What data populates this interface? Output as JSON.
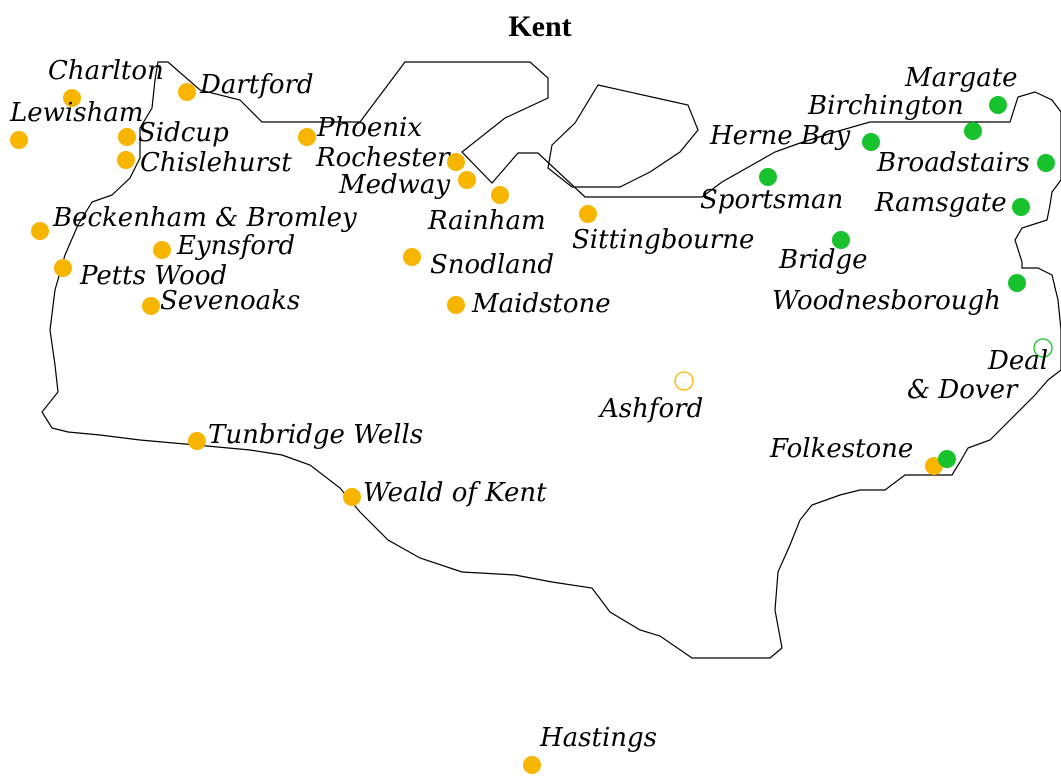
{
  "title": "Kent",
  "colors": {
    "orange": "#f7b500",
    "green": "#17c22c",
    "outline": "#000000"
  },
  "labels": [
    {
      "key": "charlton",
      "text": "Charlton"
    },
    {
      "key": "dartford",
      "text": "Dartford"
    },
    {
      "key": "lewisham",
      "text": "Lewisham"
    },
    {
      "key": "sidcup",
      "text": "Sidcup"
    },
    {
      "key": "chislehurst",
      "text": "Chislehurst"
    },
    {
      "key": "phoenix",
      "text": "Phoenix"
    },
    {
      "key": "rochester",
      "text": "Rochester"
    },
    {
      "key": "medway",
      "text": "Medway"
    },
    {
      "key": "beckenham",
      "text": "Beckenham & Bromley"
    },
    {
      "key": "eynsford",
      "text": "Eynsford"
    },
    {
      "key": "pettswood",
      "text": "Petts Wood"
    },
    {
      "key": "sevenoaks",
      "text": "Sevenoaks"
    },
    {
      "key": "rainham",
      "text": "Rainham"
    },
    {
      "key": "snodland",
      "text": "Snodland"
    },
    {
      "key": "maidstone",
      "text": "Maidstone"
    },
    {
      "key": "sittingbourne",
      "text": "Sittingbourne"
    },
    {
      "key": "margate",
      "text": "Margate"
    },
    {
      "key": "birchington",
      "text": "Birchington"
    },
    {
      "key": "hernebay",
      "text": "Herne Bay"
    },
    {
      "key": "broadstairs",
      "text": "Broadstairs"
    },
    {
      "key": "sportsman",
      "text": "Sportsman"
    },
    {
      "key": "ramsgate",
      "text": "Ramsgate"
    },
    {
      "key": "bridge",
      "text": "Bridge"
    },
    {
      "key": "woodnesborough",
      "text": "Woodnesborough"
    },
    {
      "key": "deal",
      "text": "Deal"
    },
    {
      "key": "dover",
      "text": "& Dover"
    },
    {
      "key": "ashford",
      "text": "Ashford"
    },
    {
      "key": "tunbridge",
      "text": "Tunbridge Wells"
    },
    {
      "key": "folkestone",
      "text": "Folkestone"
    },
    {
      "key": "weald",
      "text": "Weald of Kent"
    },
    {
      "key": "hastings",
      "text": "Hastings"
    }
  ],
  "markers": [
    {
      "key": "charlton",
      "color": "orange",
      "filled": true
    },
    {
      "key": "dartford",
      "color": "orange",
      "filled": true
    },
    {
      "key": "lewisham",
      "color": "orange",
      "filled": true
    },
    {
      "key": "sidcup",
      "color": "orange",
      "filled": true
    },
    {
      "key": "chislehurst",
      "color": "orange",
      "filled": true
    },
    {
      "key": "phoenix",
      "color": "orange",
      "filled": true
    },
    {
      "key": "rochester",
      "color": "orange",
      "filled": true
    },
    {
      "key": "medway",
      "color": "orange",
      "filled": true
    },
    {
      "key": "rainham",
      "color": "orange",
      "filled": true
    },
    {
      "key": "beckenham",
      "color": "orange",
      "filled": true
    },
    {
      "key": "eynsford",
      "color": "orange",
      "filled": true
    },
    {
      "key": "pettswood",
      "color": "orange",
      "filled": true
    },
    {
      "key": "sevenoaks",
      "color": "orange",
      "filled": true
    },
    {
      "key": "snodland",
      "color": "orange",
      "filled": true
    },
    {
      "key": "maidstone",
      "color": "orange",
      "filled": true
    },
    {
      "key": "sittingbourne",
      "color": "orange",
      "filled": true
    },
    {
      "key": "margate",
      "color": "green",
      "filled": true
    },
    {
      "key": "birchington",
      "color": "green",
      "filled": true
    },
    {
      "key": "hernebay",
      "color": "green",
      "filled": true
    },
    {
      "key": "broadstairs",
      "color": "green",
      "filled": true
    },
    {
      "key": "sportsman",
      "color": "green",
      "filled": true
    },
    {
      "key": "ramsgate",
      "color": "green",
      "filled": true
    },
    {
      "key": "bridge",
      "color": "green",
      "filled": true
    },
    {
      "key": "woodnesborough",
      "color": "green",
      "filled": true
    },
    {
      "key": "deal",
      "color": "green",
      "filled": false
    },
    {
      "key": "ashford",
      "color": "orange",
      "filled": false
    },
    {
      "key": "tunbridge",
      "color": "orange",
      "filled": true
    },
    {
      "key": "folkestone-orange",
      "color": "orange",
      "filled": true
    },
    {
      "key": "folkestone-green",
      "color": "green",
      "filled": true
    },
    {
      "key": "weald",
      "color": "orange",
      "filled": true
    },
    {
      "key": "hastings",
      "color": "orange",
      "filled": true
    }
  ]
}
